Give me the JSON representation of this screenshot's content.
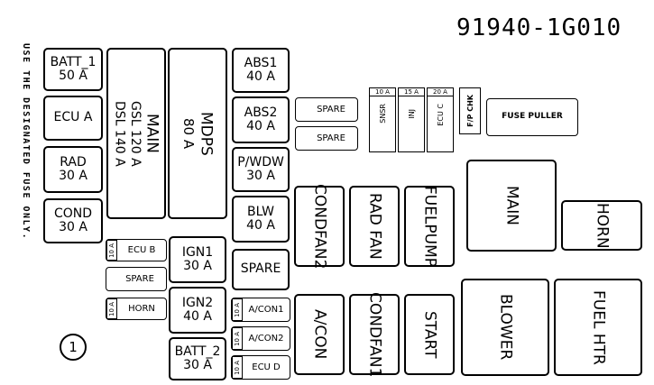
{
  "part_number": "91940-1G010",
  "side_note": "USE THE DESIGNATED FUSE ONLY.",
  "circle_label": "1",
  "fuses": {
    "batt1": {
      "name": "BATT_1",
      "rating": "50 A"
    },
    "ecua": {
      "name": "ECU A"
    },
    "rad": {
      "name": "RAD",
      "rating": "30 A"
    },
    "cond": {
      "name": "COND",
      "rating": "30 A"
    },
    "main": {
      "name": "MAIN",
      "line1": "GSL 120 A",
      "line2": "DSL 140 A"
    },
    "mdps": {
      "name": "MDPS",
      "rating": "80 A"
    },
    "abs1": {
      "name": "ABS1",
      "rating": "40 A"
    },
    "abs2": {
      "name": "ABS2",
      "rating": "40 A"
    },
    "pwdw": {
      "name": "P/WDW",
      "rating": "30 A"
    },
    "blw": {
      "name": "BLW",
      "rating": "40 A"
    },
    "spare_mid": {
      "name": "SPARE"
    },
    "ecub": {
      "name": "ECU B",
      "rating": "10 A"
    },
    "spare_small": {
      "name": "SPARE"
    },
    "horn_small": {
      "name": "HORN",
      "rating": "10 A"
    },
    "ign1": {
      "name": "IGN1",
      "rating": "30 A"
    },
    "ign2": {
      "name": "IGN2",
      "rating": "40 A"
    },
    "batt2": {
      "name": "BATT_2",
      "rating": "30 A"
    },
    "acon1": {
      "name": "A/CON1",
      "rating": "10 A"
    },
    "acon2": {
      "name": "A/CON2",
      "rating": "10 A"
    },
    "ecud": {
      "name": "ECU D",
      "rating": "10 A"
    },
    "spare_top1": {
      "name": "SPARE"
    },
    "spare_top2": {
      "name": "SPARE"
    },
    "snsr": {
      "name": "SNSR",
      "rating": "10 A"
    },
    "inj": {
      "name": "INJ",
      "rating": "15 A"
    },
    "ecuc": {
      "name": "ECU C",
      "rating": "20 A"
    },
    "fp_chk": {
      "name": "F/P CHK"
    },
    "fuse_puller": {
      "name": "FUSE PULLER"
    }
  },
  "relays": {
    "condfan2": "CONDFAN2",
    "radfan": "RAD FAN",
    "fuelpump": "FUELPUMP",
    "main": "MAIN",
    "horn": "HORN",
    "acon": "A/CON",
    "condfan1": "CONDFAN1",
    "start": "START",
    "blower": "BLOWER",
    "fuelhtr": "FUEL HTR"
  }
}
